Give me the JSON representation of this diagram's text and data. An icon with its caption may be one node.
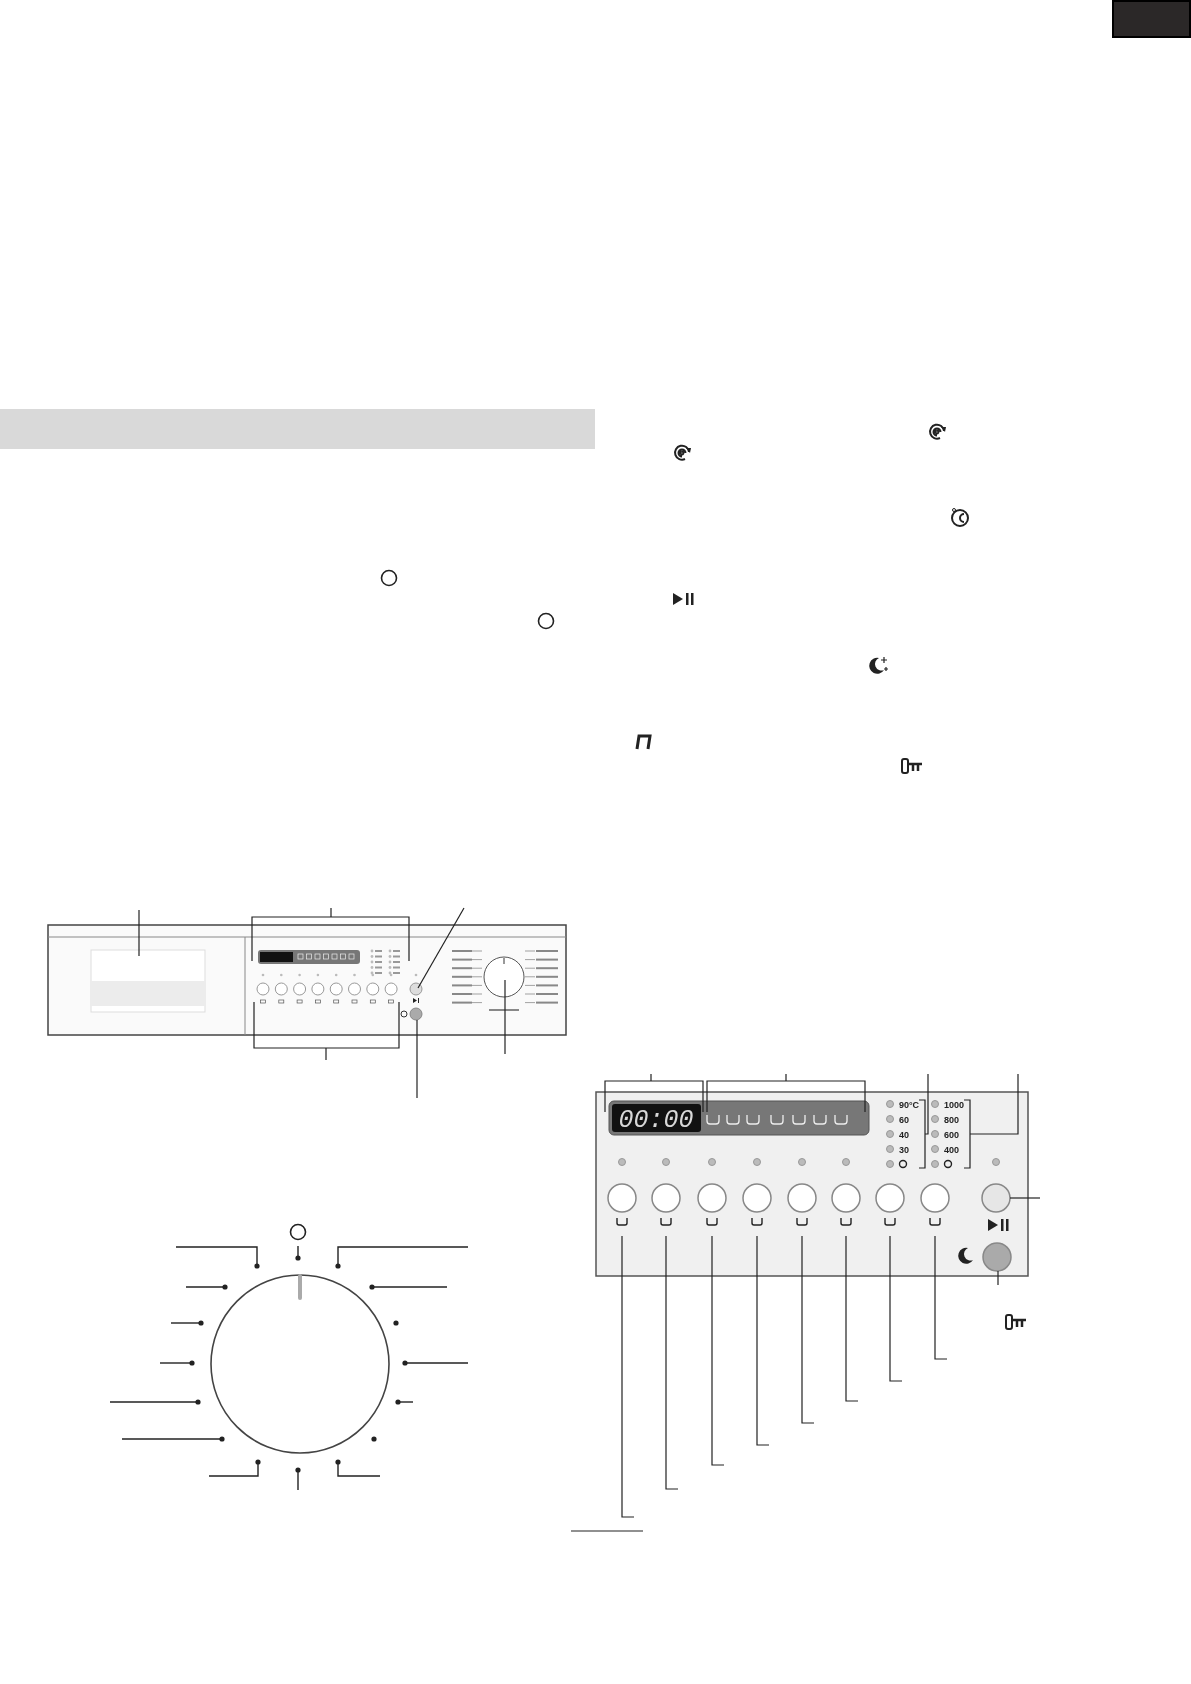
{
  "diagram": {
    "nodes": [
      {
        "text": [],
        "shape": "box"
      },
      {
        "text": [],
        "shape": "bar"
      }
    ],
    "labels": [
      "00:00",
      "90°C",
      "60",
      "40",
      "30",
      "1000",
      "800",
      "600",
      "400"
    ]
  }
}
